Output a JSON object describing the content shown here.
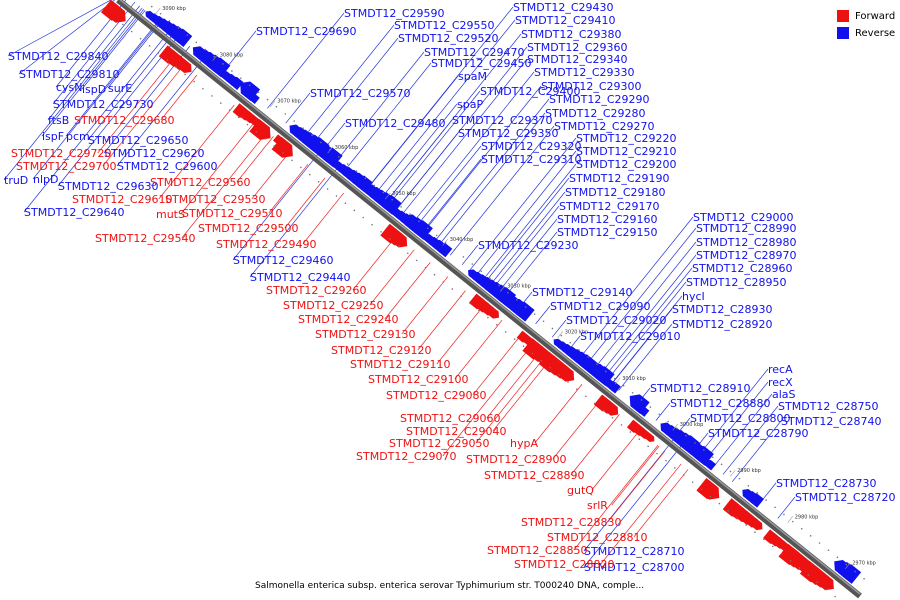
{
  "caption": "Salmonella enterica subsp. enterica serovar Typhimurium str. T000240 DNA, comple...",
  "legend": [
    {
      "label": "Forward",
      "color": "#ee1111"
    },
    {
      "label": "Reverse",
      "color": "#1111ee"
    }
  ],
  "colors": {
    "forward": "#ee1111",
    "reverse": "#1111ee",
    "backbone": "#555555",
    "line_forward": "#ee2222",
    "line_reverse": "#2233dd"
  },
  "ticks": [
    "3090 kbp",
    "3080 kbp",
    "3070 kbp",
    "3060 kbp",
    "3050 kbp",
    "3040 kbp",
    "3030 kbp",
    "3020 kbp",
    "3010 kbp",
    "3000 kbp",
    "2990 kbp",
    "2980 kbp",
    "2970 kbp"
  ],
  "genes_reverse": [
    "STMDT12_C29590",
    "STMDT12_C29690",
    "STMDT12_C29550",
    "STMDT12_C29520",
    "STMDT12_C29470",
    "STMDT12_C29450",
    "spaM",
    "STMDT12_C29570",
    "STMDT12_C29400",
    "spaP",
    "STMDT12_C29480",
    "STMDT12_C29370",
    "STMDT12_C29350",
    "STMDT12_C29320",
    "STMDT12_C29310",
    "STMDT12_C29430",
    "STMDT12_C29410",
    "STMDT12_C29380",
    "STMDT12_C29360",
    "STMDT12_C29340",
    "STMDT12_C29330",
    "STMDT12_C29300",
    "STMDT12_C29290",
    "STMDT12_C29280",
    "STMDT12_C29270",
    "STMDT12_C29220",
    "STMDT12_C29210",
    "STMDT12_C29200",
    "STMDT12_C29190",
    "STMDT12_C29180",
    "STMDT12_C29170",
    "STMDT12_C29160",
    "STMDT12_C29150",
    "STMDT12_C29230",
    "STMDT12_C29840",
    "STMDT12_C29810",
    "cysN",
    "ispD",
    "surE",
    "STMDT12_C29730",
    "ftsB",
    "ispF",
    "pcm",
    "STMDT12_C29650",
    "STMDT12_C29620",
    "STMDT12_C29600",
    "truD",
    "nlpD",
    "STMDT12_C29630",
    "STMDT12_C29640",
    "STMDT12_C29460",
    "STMDT12_C29440",
    "STMDT12_C29140",
    "STMDT12_C29090",
    "STMDT12_C29020",
    "STMDT12_C29010",
    "STMDT12_C29000",
    "STMDT12_C28990",
    "STMDT12_C28980",
    "STMDT12_C28970",
    "STMDT12_C28960",
    "STMDT12_C28950",
    "hycI",
    "STMDT12_C28930",
    "STMDT12_C28920",
    "STMDT12_C28910",
    "STMDT12_C28880",
    "STMDT12_C28800",
    "STMDT12_C28790",
    "recA",
    "recX",
    "alaS",
    "STMDT12_C28750",
    "STMDT12_C28740",
    "STMDT12_C28730",
    "STMDT12_C28720",
    "STMDT12_C28710",
    "STMDT12_C28700"
  ],
  "genes_forward": [
    "STMDT12_C29680",
    "STMDT12_C29720",
    "STMDT12_C29700",
    "STMDT12_C29560",
    "STMDT12_C29610",
    "STMDT12_C29530",
    "mutS",
    "STMDT12_C29510",
    "STMDT12_C29500",
    "STMDT12_C29540",
    "STMDT12_C29490",
    "STMDT12_C29260",
    "STMDT12_C29250",
    "STMDT12_C29240",
    "STMDT12_C29130",
    "STMDT12_C29120",
    "STMDT12_C29110",
    "STMDT12_C29100",
    "STMDT12_C29080",
    "STMDT12_C29060",
    "STMDT12_C29040",
    "STMDT12_C29050",
    "hypA",
    "STMDT12_C29070",
    "STMDT12_C28900",
    "STMDT12_C28890",
    "gutQ",
    "srlR",
    "STMDT12_C28830",
    "STMDT12_C28810",
    "STMDT12_C28850",
    "STMDT12_C28820"
  ]
}
